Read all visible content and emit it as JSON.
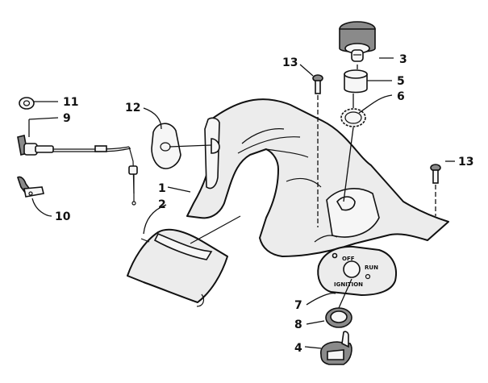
{
  "callouts": {
    "c1": "1",
    "c2": "2",
    "c3": "3",
    "c4": "4",
    "c5": "5",
    "c6": "6",
    "c7": "7",
    "c8": "8",
    "c9": "9",
    "c10": "10",
    "c11": "11",
    "c12": "12",
    "c13a": "13",
    "c13b": "13"
  },
  "ignition_panel": {
    "off": "OFF",
    "run": "RUN",
    "ignition": "IGNITION"
  }
}
